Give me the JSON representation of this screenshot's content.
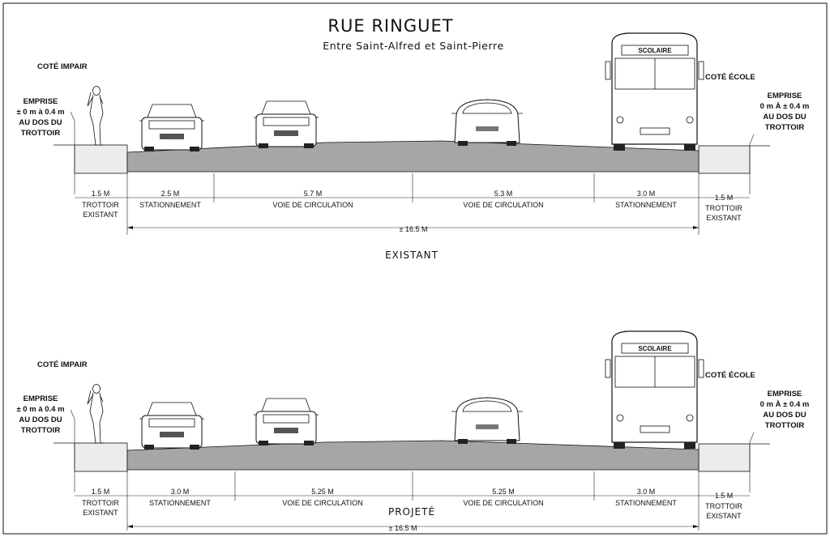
{
  "header": {
    "title": "RUE RINGUET",
    "subtitle": "Entre Saint-Alfred et Saint-Pierre"
  },
  "colors": {
    "pavement": "#a6a6a6",
    "curb_fill": "#ececec",
    "line": "#111111"
  },
  "sections": [
    {
      "state_label": "EXISTANT",
      "side_left": "COTÉ IMPAIR",
      "side_right": "COTÉ ÉCOLE",
      "emprise_left": [
        "EMPRISE",
        "± 0 m à 0.4 m",
        "AU DOS DU",
        "TROTTOIR"
      ],
      "emprise_right": [
        "EMPRISE",
        "0 m À ± 0.4 m",
        "AU DOS DU",
        "TROTTOIR"
      ],
      "bus_sign": "SCOLAIRE",
      "segments": [
        {
          "width": "1.5 M",
          "label": "TROTTOIR",
          "label2": "EXISTANT"
        },
        {
          "width": "2.5 M",
          "label": "STATIONNEMENT"
        },
        {
          "width": "5.7 M",
          "label": "VOIE DE CIRCULATION"
        },
        {
          "width": "5.3 M",
          "label": "VOIE DE CIRCULATION"
        },
        {
          "width": "3.0 M",
          "label": "STATIONNEMENT"
        },
        {
          "width": "1.5 M",
          "label": "TROTTOIR",
          "label2": "EXISTANT"
        }
      ],
      "total": "± 16.5 M"
    },
    {
      "state_label": "PROJETÉ",
      "side_left": "COTÉ IMPAIR",
      "side_right": "COTÉ ÉCOLE",
      "emprise_left": [
        "EMPRISE",
        "± 0 m à 0.4 m",
        "AU DOS DU",
        "TROTTOIR"
      ],
      "emprise_right": [
        "EMPRISE",
        "0 m À ± 0.4 m",
        "AU DOS DU",
        "TROTTOIR"
      ],
      "bus_sign": "SCOLAIRE",
      "segments": [
        {
          "width": "1.5 M",
          "label": "TROTTOIR",
          "label2": "EXISTANT"
        },
        {
          "width": "3.0 M",
          "label": "STATIONNEMENT"
        },
        {
          "width": "5.25 M",
          "label": "VOIE DE CIRCULATION"
        },
        {
          "width": "5.25 M",
          "label": "VOIE DE CIRCULATION"
        },
        {
          "width": "3.0 M",
          "label": "STATIONNEMENT"
        },
        {
          "width": "1.5 M",
          "label": "TROTTOIR",
          "label2": "EXISTANT"
        }
      ],
      "total": "± 16.5 M"
    }
  ]
}
